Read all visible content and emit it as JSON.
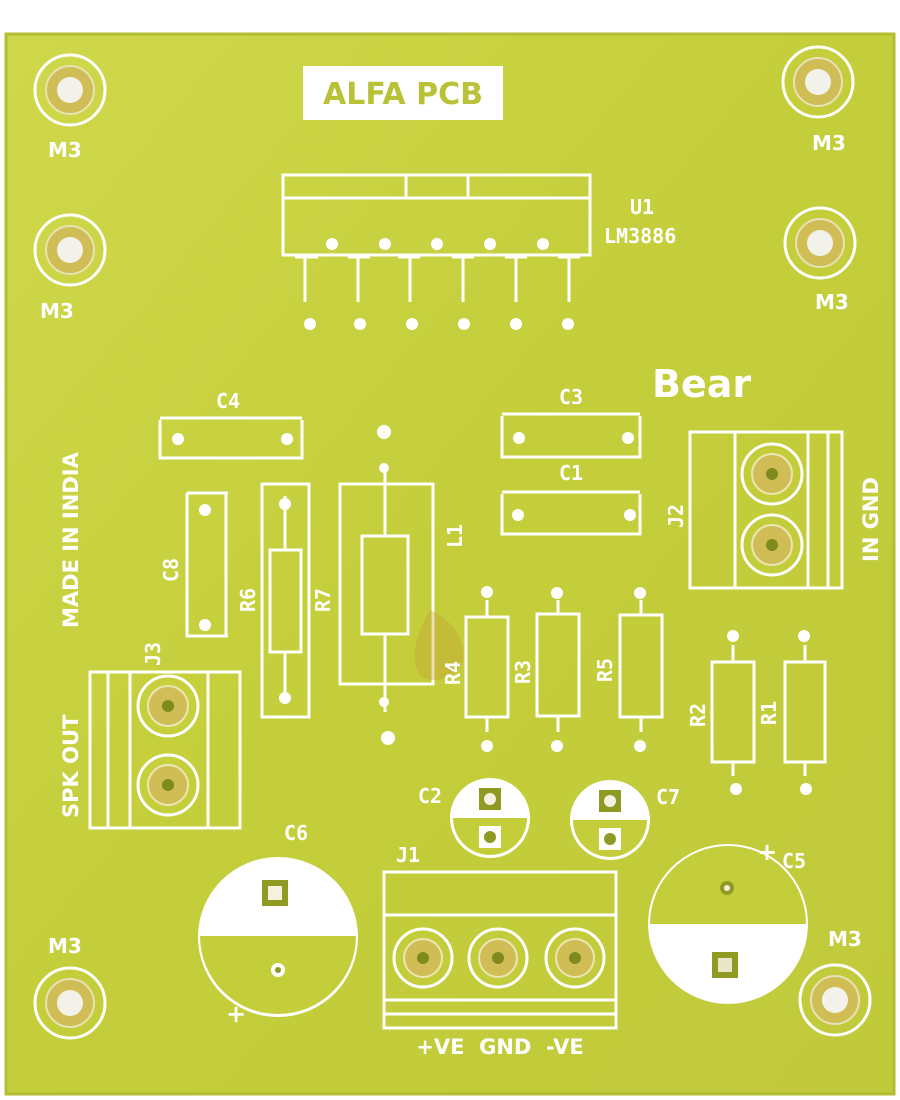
{
  "brand": {
    "logo_text": "ALFA PCB",
    "made_in": "MADE IN INDIA",
    "board_name": "Bear"
  },
  "mount_holes": {
    "label": "M3"
  },
  "u1": {
    "ref": "U1",
    "part": "LM3886"
  },
  "capacitors": {
    "c1": "C1",
    "c2": "C2",
    "c3": "C3",
    "c4": "C4",
    "c5": "C5",
    "c6": "C6",
    "c7": "C7",
    "c8": "C8"
  },
  "resistors": {
    "r1": "R1",
    "r2": "R2",
    "r3": "R3",
    "r4": "R4",
    "r5": "R5",
    "r6": "R6",
    "r7": "R7"
  },
  "inductor": {
    "l1": "L1"
  },
  "connectors": {
    "j1": {
      "ref": "J1",
      "pins": "+VE  GND  -VE"
    },
    "j2": {
      "ref": "J2",
      "pins": "IN GND"
    },
    "j3": {
      "ref": "J3",
      "pins": "SPK OUT"
    }
  },
  "polarity": {
    "plus": "+"
  },
  "colors": {
    "board": "#c9d13f",
    "board_dark": "#9eaa2a",
    "silkscreen": "#ffffff",
    "pad": "#7f8a1f",
    "copper_ring": "#b7a63a",
    "background": "#ffffff"
  }
}
